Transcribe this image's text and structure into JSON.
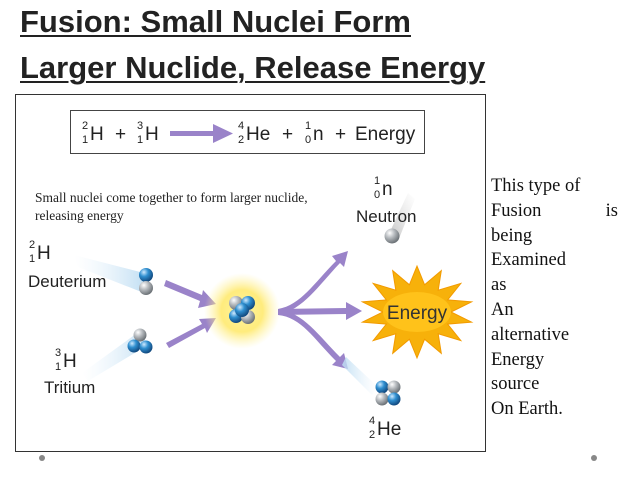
{
  "slide": {
    "title_line1": "Fusion: Small Nuclei Form",
    "title_line2": "Larger Nuclide, Release Energy"
  },
  "equation": {
    "h2": {
      "mass": "2",
      "charge": "1",
      "symbol": "H"
    },
    "plus1": "+",
    "h3": {
      "mass": "3",
      "charge": "1",
      "symbol": "H"
    },
    "he4": {
      "mass": "4",
      "charge": "2",
      "symbol": "He"
    },
    "plus2": "+",
    "n": {
      "mass": "1",
      "charge": "0",
      "symbol": "n"
    },
    "plus3": "+",
    "energy": "Energy"
  },
  "caption": "Small nuclei come together to form larger nuclide, releasing energy",
  "diagram": {
    "deuterium": {
      "mass": "2",
      "charge": "1",
      "symbol": "H",
      "name": "Deuterium"
    },
    "tritium": {
      "mass": "3",
      "charge": "1",
      "symbol": "H",
      "name": "Tritium"
    },
    "neutron": {
      "mass": "1",
      "charge": "0",
      "symbol": "n",
      "name": "Neutron"
    },
    "helium": {
      "mass": "4",
      "charge": "2",
      "symbol": "He"
    },
    "energy_label": "Energy"
  },
  "side_text": {
    "lines": [
      "This type of",
      "Fusion",
      "is",
      "being",
      "Examined",
      "as",
      "An",
      "alternative",
      "Energy",
      "source",
      "On Earth."
    ]
  },
  "colors": {
    "proton": "#9aa0a6",
    "neutron_ball": "#2f8fd0",
    "arrow": "#9a83c9",
    "star": "#f7b10a",
    "text": "#222222"
  }
}
